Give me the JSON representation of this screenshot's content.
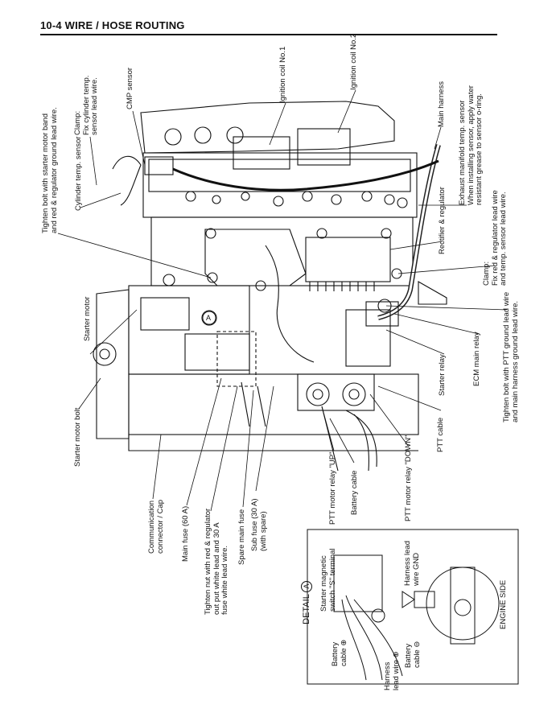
{
  "header": {
    "title": "10-4  WIRE / HOSE ROUTING"
  },
  "labels": {
    "tighten_band": "Tighten bolt with starter motor band\nand red & regulator ground lead wire.",
    "cylinder_temp_sensor": "Cylinder temp. sensor",
    "clamp_cyl": "Clamp:\nFix cylinder temp.\nsensor lead wire.",
    "cmp_sensor": "CMP sensor",
    "ign_coil1": "Ignition coil No.1",
    "ign_coil2": "Ignition coil No.2",
    "main_harness": "Main harness",
    "exhaust_sensor": "Exhaust manifold temp. sensor\nWhen installing sensor, apply water\nresistant grease to sensor o-ring.",
    "rectifier": "Rectifier & regulator",
    "clamp_rect": "Clamp:\nFix red & regulator lead wire\nand temp. sensor lead wire.",
    "tighten_ptt": "Tighten bolt with PTT ground lead wire\nand main harness ground lead wire.",
    "ecm_relay": "ECM main relay",
    "starter_relay": "Starter relay",
    "ptt_cable": "PTT cable",
    "ptt_down": "PTT motor relay \"DOWN\"",
    "battery_cable": "Battery cable",
    "ptt_up": "PTT motor relay \"UP\"",
    "sub_fuse": "Sub fuse (30 A)\n(with spare)",
    "spare_main_fuse": "Spare main fuse",
    "tighten_nut": "Tighten nut with red & regulator\nout put white lead and 30 A\nfuse white lead wire.",
    "main_fuse": "Main fuse (60 A)",
    "comm_connector": "Communication\nconnector / Cap",
    "starter_motor_bolt": "Starter motor bolt",
    "starter_motor": "Starter motor",
    "detail_title": "DETAIL",
    "detail_marker": "A",
    "starter_switch": "Starter magnetic\nswitch \"S\" terminal",
    "harness_gnd": "Harness lead\nwire GND",
    "battery_plus": "Battery\ncable ⊕",
    "harness_plus": "Harness\nlead wire ⊕",
    "battery_minus": "Battery\ncable ⊖",
    "engine_side": "ENGINE SIDE",
    "callout_a": "A"
  }
}
